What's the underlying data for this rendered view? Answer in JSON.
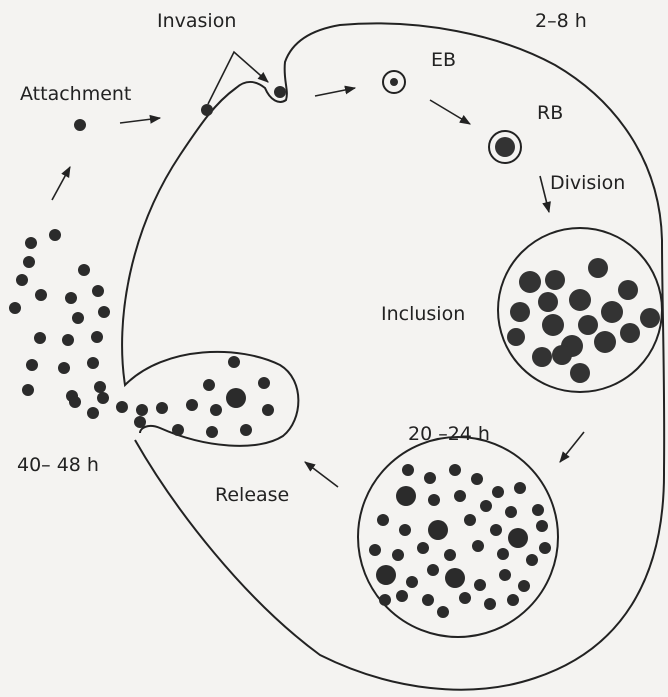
{
  "labels": {
    "invasion": "Invasion",
    "time_early": "2–8 h",
    "attachment": "Attachment",
    "eb": "EB",
    "rb": "RB",
    "division": "Division",
    "inclusion": "Inclusion",
    "time_mid": "20 –24 h",
    "time_late": "40– 48 h",
    "release": "Release"
  },
  "colors": {
    "ink": "#222222",
    "dot": "#2b2b2b",
    "background": "#f4f3f1"
  }
}
